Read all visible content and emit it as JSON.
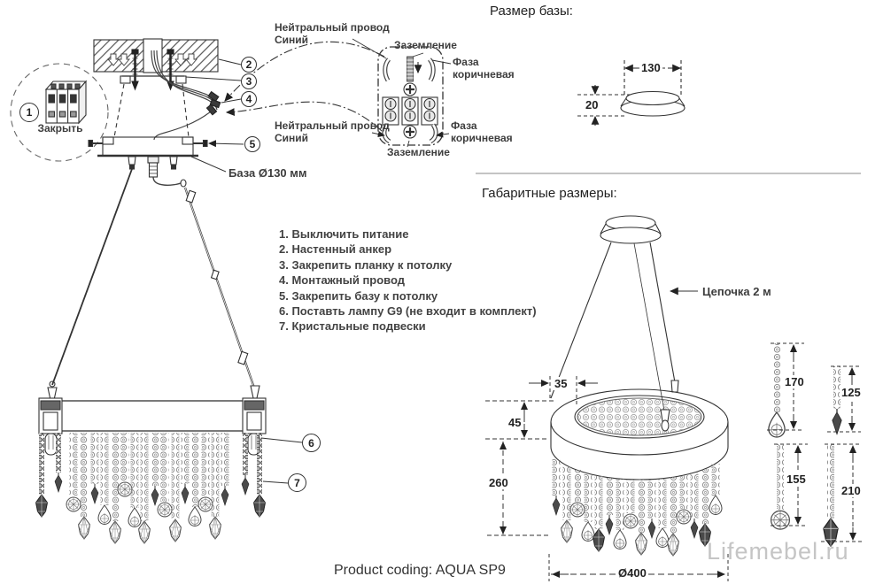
{
  "titles": {
    "base_size": "Размер базы:",
    "overall_size": "Габаритные размеры:"
  },
  "callouts": {
    "n1": "1",
    "n2": "2",
    "n3": "3",
    "n4": "4",
    "n5": "5",
    "n6": "6",
    "n7": "7"
  },
  "labels": {
    "breaker": "Закрыть",
    "base_dia": "База Ø130 мм",
    "chain": "Цепочка 2 м"
  },
  "wiring": {
    "neutral_line1": "Нейтральный провод",
    "neutral_line2": "Синий",
    "ground": "Заземление",
    "phase_line1": "Фаза",
    "phase_line2": "коричневая"
  },
  "instructions": [
    "1. Выключить питание",
    "2. Настенный анкер",
    "3. Закрепить планку к потолку",
    "4. Монтажный провод",
    "5. Закрепить базу к потолку",
    "6. Поставть лампу G9 (не входит в комплект)",
    "7. Кристальные подвески"
  ],
  "dimensions": {
    "base_width": "130",
    "base_height": "20",
    "ring_tube": "35",
    "ring_height": "45",
    "strand_drop": "260",
    "diameter": "Ø400",
    "detail_1": "170",
    "detail_2": "125",
    "detail_3": "155",
    "detail_4": "210"
  },
  "footer": {
    "product_coding": "Product coding: AQUA SP9"
  },
  "watermark": "Lifemebel.ru"
}
